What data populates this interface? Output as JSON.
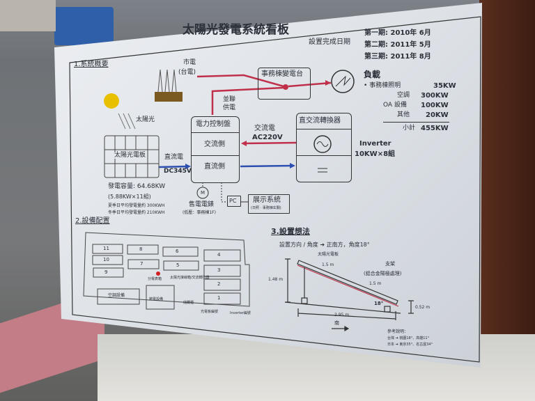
{
  "title": "太陽光發電系統看板",
  "completion": {
    "label": "設置完成日期",
    "phases": [
      "第一期: 2010年 6月",
      "第二期: 2011年 5月",
      "第三期: 2011年 8月"
    ]
  },
  "section1": {
    "heading": "1.系統概要",
    "grid": "市電",
    "grid_sub": "(台電)",
    "sunlight": "太陽光",
    "substation": "事務棟變電台",
    "parallel": [
      "並聯",
      "供電"
    ],
    "control_panel": {
      "title": "電力控制盤",
      "ac": "交流側",
      "dc": "直流側"
    },
    "ac_label": "交流電",
    "ac_voltage": "AC220V",
    "inverter_box": "直交流轉換器",
    "inverter": "Inverter",
    "inverter_spec": "10KW×8組",
    "panel_label": "太陽光電板",
    "dc_label": "直流電",
    "dc_voltage": "DC345V",
    "capacity": "發電容量:  64.68KW",
    "capacity_detail": "(5.88KW×11組)",
    "summer": "夏季日平均發電量約 300KWH",
    "winter": "冬季日平均發電量約 210KWH",
    "meter_symbol": "M",
    "meter": "售電電錶",
    "meter_sub": "(低壓：事務棟1F)",
    "pc": "PC",
    "display": "展示系統",
    "display_sub": "(日照 · 事務棟玄關)",
    "load": {
      "title": "負載",
      "items": [
        {
          "name": "• 事務棟照明",
          "value": "35KW"
        },
        {
          "name": "空調",
          "value": "300KW"
        },
        {
          "name": "OA 設備",
          "value": "100KW"
        },
        {
          "name": "其他",
          "value": "20KW"
        }
      ],
      "subtotal_label": "小計",
      "subtotal": "455KW"
    }
  },
  "section2": {
    "heading": "2.設備配置",
    "rows": [
      "11",
      "10",
      "9",
      "8",
      "7",
      "6",
      "5",
      "4",
      "3",
      "2",
      "1"
    ],
    "hvac": "空調設備",
    "substation": "變電設備",
    "junction": "太陽光接線箱/交流轉換器",
    "panel_layout": "光電板編號",
    "inverter_no": "Inverter編號",
    "storage": "儲藏櫃",
    "power_meter": "分電表箱"
  },
  "section3": {
    "heading": "3.設置想法",
    "direction": "設置方向 / 角度 ➔ 正南方，角度18°",
    "panel": "太陽光電板",
    "len1": "1.5 m",
    "len2": "1.5 m",
    "frame": "支架",
    "frame_sub": "(鋁合金陽極處理)",
    "height": "1.48 m",
    "low": "0.52 m",
    "width": "2.95 m",
    "angle": "18°",
    "south": "南",
    "ref_title": "參考說明：",
    "ref1": "台灣 ➔ 桃園18°、高雄11°",
    "ref2": "日本 ➔ 東京35°、名古屋34°"
  }
}
